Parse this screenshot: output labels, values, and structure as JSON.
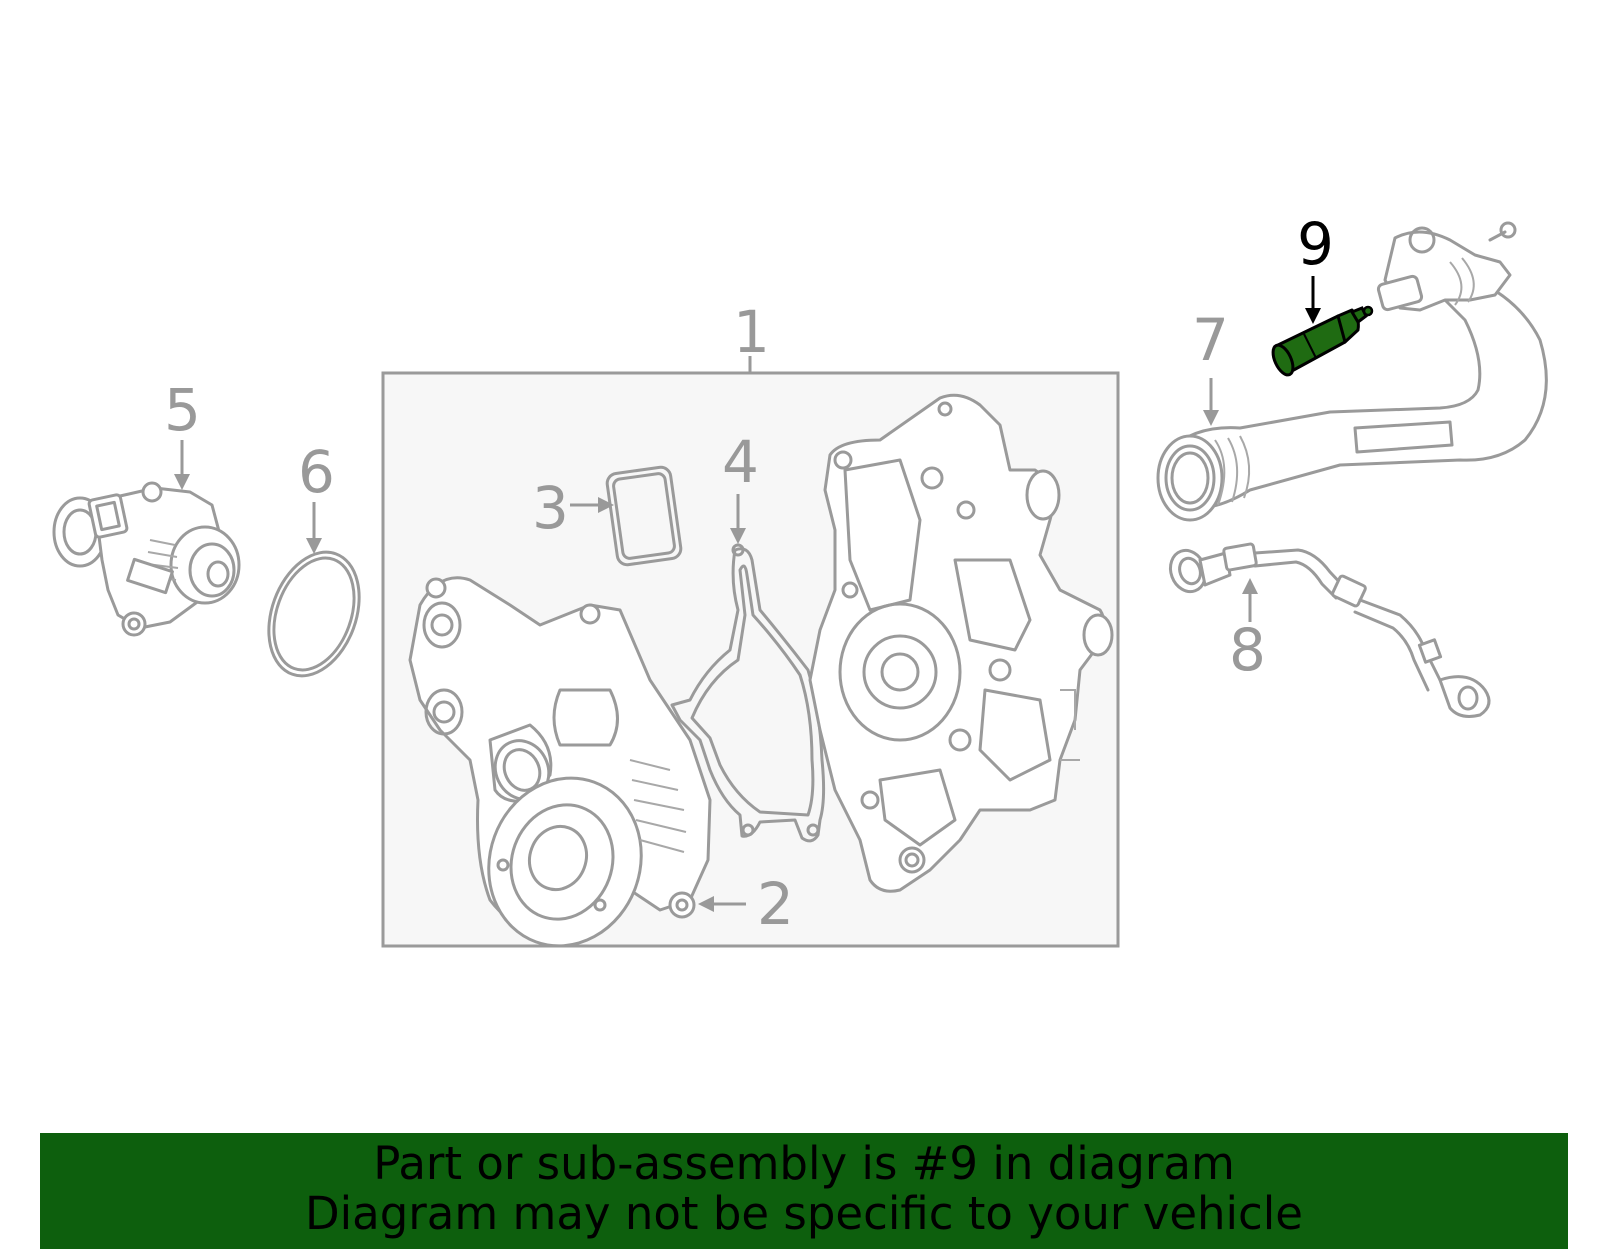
{
  "callouts": {
    "c1": "1",
    "c2": "2",
    "c3": "3",
    "c4": "4",
    "c5": "5",
    "c6": "6",
    "c7": "7",
    "c8": "8",
    "c9": "9"
  },
  "highlighted_part": "9",
  "colors": {
    "highlight": "#1f6b12",
    "banner": "#0d5f0d",
    "line": "#9a9a9a",
    "box_fill": "#f7f7f7"
  },
  "banner": {
    "line1": "Part or sub-assembly is #9 in diagram",
    "line2": "Diagram may not be specific to your vehicle"
  }
}
